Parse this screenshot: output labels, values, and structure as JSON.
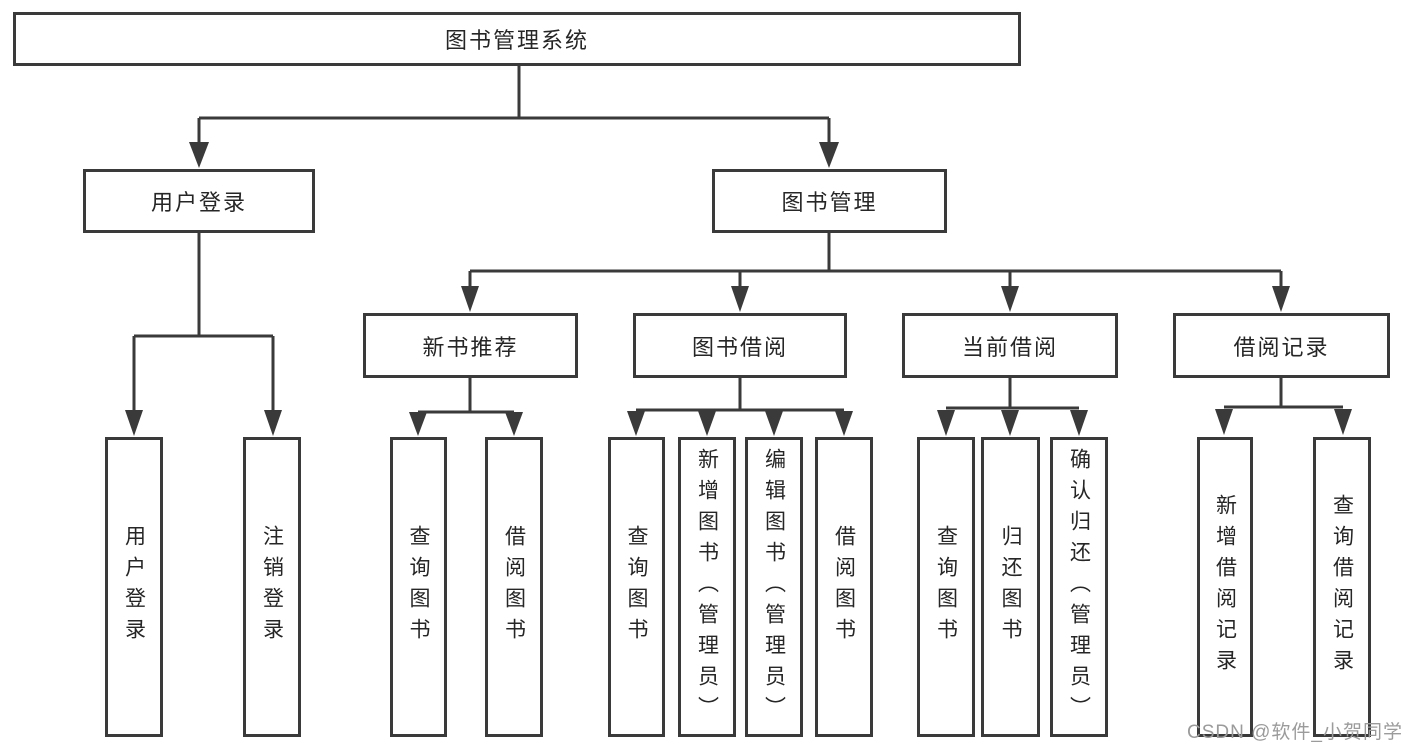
{
  "tree": {
    "root": {
      "label": "图书管理系统"
    },
    "branches": [
      {
        "label": "用户登录",
        "children": [
          {
            "label": "用户登录"
          },
          {
            "label": "注销登录"
          }
        ]
      },
      {
        "label": "图书管理",
        "children": [
          {
            "label": "新书推荐",
            "children": [
              {
                "label": "查询图书"
              },
              {
                "label": "借阅图书"
              }
            ]
          },
          {
            "label": "图书借阅",
            "children": [
              {
                "label": "查询图书"
              },
              {
                "label": "新增图书（管理员）"
              },
              {
                "label": "编辑图书（管理员）"
              },
              {
                "label": "借阅图书"
              }
            ]
          },
          {
            "label": "当前借阅",
            "children": [
              {
                "label": "查询图书"
              },
              {
                "label": "归还图书"
              },
              {
                "label": "确认归还（管理员）"
              }
            ]
          },
          {
            "label": "借阅记录",
            "children": [
              {
                "label": "新增借阅记录"
              },
              {
                "label": "查询借阅记录"
              }
            ]
          }
        ]
      }
    ]
  },
  "watermark": "CSDN @软件_小贺同学",
  "colors": {
    "line": "#3a3a3a",
    "text": "#262626",
    "watermark": "#9b9b9b",
    "background": "#ffffff"
  }
}
